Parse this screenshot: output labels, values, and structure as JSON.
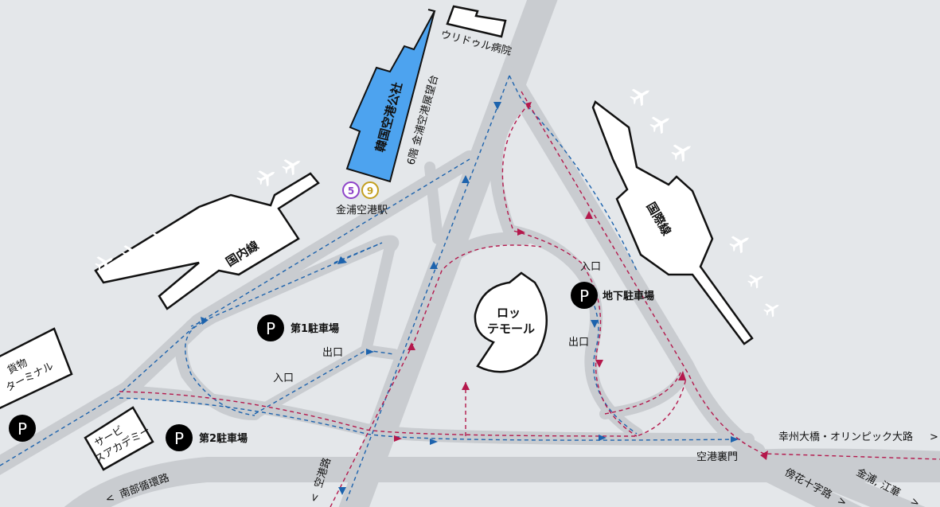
{
  "colors": {
    "background": "#e4e7ea",
    "road": "#c9ccd0",
    "route_blue": "#1d63ad",
    "route_red": "#b4184c",
    "kac_building": "#4da3ef",
    "line5": "#8e44c9",
    "line9": "#c4a020"
  },
  "buildings": {
    "hospital": "ウリドゥル病院",
    "kac": "韓国空港公社",
    "observatory": "6階 金浦空港展望台",
    "domestic": "国内線",
    "international": "国際線",
    "lotte_line1": "ロッ",
    "lotte_line2": "テモール",
    "cargo_line1": "貨物",
    "cargo_line2": "ターミナル",
    "academy_line1": "サービ",
    "academy_line2": "スアカデミー"
  },
  "station": {
    "name": "金浦空港駅",
    "lines": [
      "5",
      "9"
    ]
  },
  "parking": {
    "symbol": "P",
    "p1": "第1駐車場",
    "p2": "第2駐車場",
    "underground": "地下駐車場",
    "exit": "出口",
    "entrance": "入口"
  },
  "roads": {
    "south_loop": "南部循環路",
    "airport_road": "空港路",
    "back_gate": "空港裏門",
    "haengju": "幸州大橋・オリンピック大路",
    "banghwa": "傍花十字路",
    "gimpo_ganghwa": "金浦, 江華",
    "arrow_left": "<",
    "arrow_right": ">"
  }
}
